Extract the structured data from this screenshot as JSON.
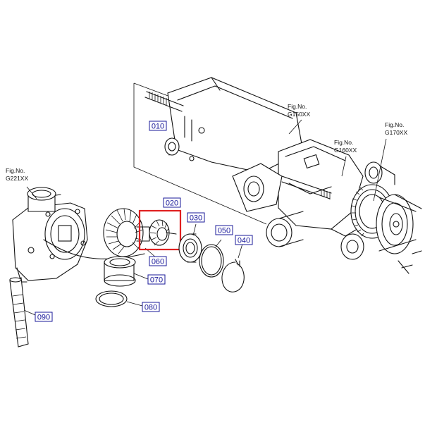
{
  "fig_refs": [
    {
      "line1": "Fig.No.",
      "line2": "G221XX"
    },
    {
      "line1": "Fig.No.",
      "line2": "G150XX"
    },
    {
      "line1": "Fig.No.",
      "line2": "G160XX"
    },
    {
      "line1": "Fig.No.",
      "line2": "G170XX"
    }
  ],
  "parts": [
    "010",
    "020",
    "030",
    "040",
    "050",
    "060",
    "070",
    "080",
    "090"
  ],
  "highlight": {
    "part": "020",
    "color": "#e02020"
  },
  "colors": {
    "label": "#1a1a9a",
    "line": "#111111",
    "background": "#ffffff"
  }
}
